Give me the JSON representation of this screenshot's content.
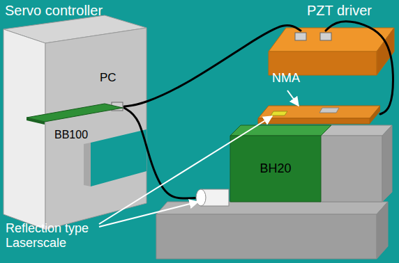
{
  "diagram": {
    "nodes": [
      {
        "text": [
          "Servo controller",
          "PC"
        ]
      },
      {
        "text": [
          "BB100"
        ],
        "in": 0
      },
      {
        "text": [
          "PZT driver"
        ]
      },
      {
        "text": [
          "BH20"
        ]
      },
      {
        "text": [
          "NMA"
        ]
      }
    ],
    "edges": [
      {
        "from": 1,
        "to": 2,
        "arrow": "none"
      },
      {
        "from": 1,
        "to": 3,
        "arrow": "none"
      },
      {
        "from": 2,
        "to": 4,
        "arrow": "none"
      }
    ],
    "labels": [
      "Reflection type Laserscale"
    ]
  }
}
